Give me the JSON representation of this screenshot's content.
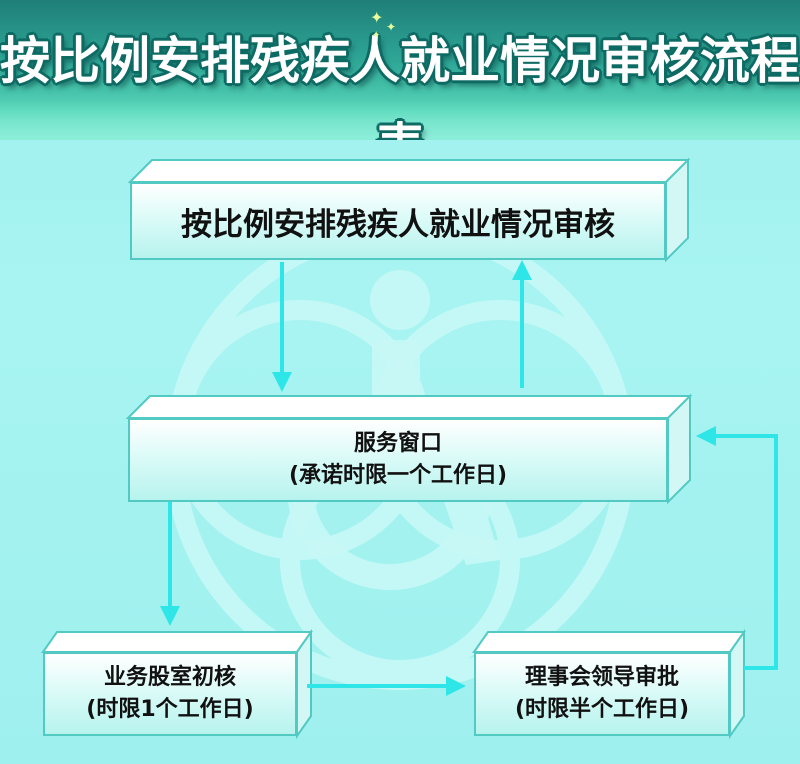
{
  "title": "按比例安排残疾人就业情况审核流程表",
  "nodes": {
    "review": {
      "line1": "按比例安排残疾人就业情况审核"
    },
    "service_window": {
      "line1": "服务窗口",
      "line2": "(承诺时限一个工作日)"
    },
    "department_review": {
      "line1": "业务股室初核",
      "line2": "(时限1个工作日)"
    },
    "board_approval": {
      "line1": "理事会领导审批",
      "line2": "(时限半个工作日)"
    }
  },
  "colors": {
    "background": "#a8f4f2",
    "header_dark": "#1f7f78",
    "arrow": "#2ee6e8",
    "box_border": "#52c9c3",
    "watermark": "#c4f7f5"
  },
  "watermark_icon": "wheelchair-emblem-icon"
}
